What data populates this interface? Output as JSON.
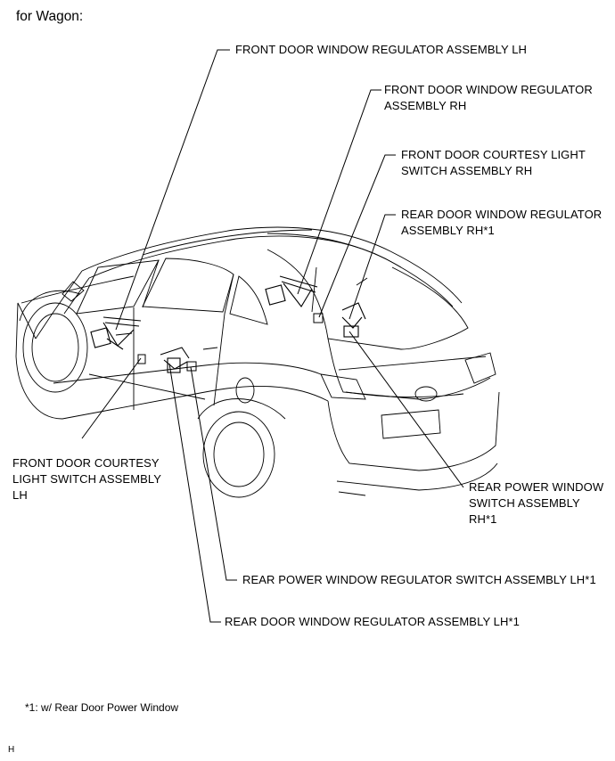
{
  "heading": "for Wagon:",
  "labels": {
    "front_door_window_regulator_lh": "FRONT DOOR WINDOW REGULATOR ASSEMBLY LH",
    "front_door_window_regulator_rh_1": "FRONT DOOR WINDOW REGULATOR",
    "front_door_window_regulator_rh_2": "ASSEMBLY RH",
    "front_door_courtesy_rh_1": "FRONT DOOR COURTESY LIGHT",
    "front_door_courtesy_rh_2": "SWITCH ASSEMBLY RH",
    "rear_door_window_regulator_rh_1": "REAR DOOR WINDOW REGULATOR",
    "rear_door_window_regulator_rh_2": "ASSEMBLY RH*1",
    "front_door_courtesy_lh_1": "FRONT DOOR COURTESY",
    "front_door_courtesy_lh_2": "LIGHT SWITCH ASSEMBLY",
    "front_door_courtesy_lh_3": "LH",
    "rear_power_window_switch_rh_1": "REAR POWER WINDOW",
    "rear_power_window_switch_rh_2": "SWITCH ASSEMBLY",
    "rear_power_window_switch_rh_3": "RH*1",
    "rear_power_window_regulator_switch_lh": "REAR POWER WINDOW REGULATOR SWITCH ASSEMBLY LH*1",
    "rear_door_window_regulator_lh": "REAR DOOR WINDOW REGULATOR ASSEMBLY LH*1"
  },
  "footnote": "*1: w/ Rear Door Power Window",
  "figure_code": "H"
}
